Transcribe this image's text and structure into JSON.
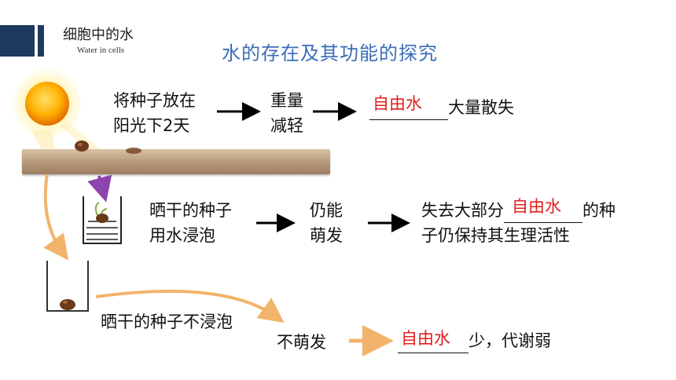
{
  "header": {
    "title": "细胞中的水",
    "subtitle": "Water in cells"
  },
  "main_title": "水的存在及其功能的探究",
  "row1": {
    "step": [
      "将种子放在",
      "阳光下2天"
    ],
    "result": [
      "重量",
      "减轻"
    ],
    "answer": "自由水",
    "conclusion": "大量散失"
  },
  "row2": {
    "step": [
      "晒干的种子",
      "用水浸泡"
    ],
    "result": [
      "仍能",
      "萌发"
    ],
    "conclusion_pre": "失去大部分",
    "answer": "自由水",
    "conclusion_post": "的种",
    "conclusion_line2": "子仍保持其生理活性"
  },
  "row3": {
    "step": "晒干的种子不浸泡",
    "result": "不萌发",
    "answer": "自由水",
    "conclusion": "少，代谢弱"
  },
  "colors": {
    "brand": "#1f3a5f",
    "title": "#3b6cb8",
    "answer": "#e02020",
    "orange_arrow": "#f2b36a",
    "purple_arrow": "#8e44ad"
  }
}
